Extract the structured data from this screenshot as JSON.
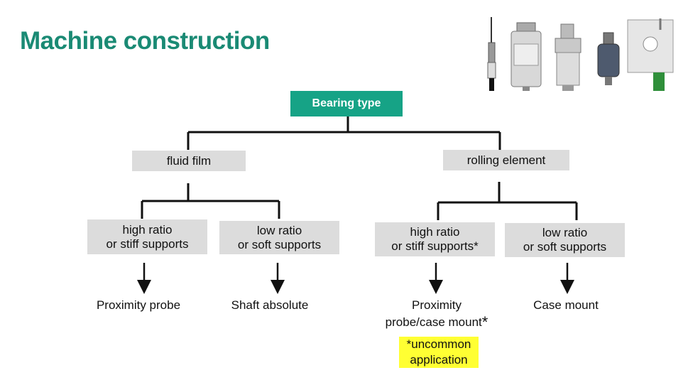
{
  "slide": {
    "title": "Machine construction"
  },
  "tree": {
    "root": "Bearing type",
    "fluid_film": {
      "label": "fluid film",
      "high": {
        "line1": "high ratio",
        "line2": "or stiff supports",
        "result": "Proximity probe"
      },
      "low": {
        "line1": "low ratio",
        "line2": "or soft supports",
        "result": "Shaft absolute"
      }
    },
    "rolling_element": {
      "label": "rolling element",
      "high": {
        "line1": "high ratio",
        "line2": "or stiff supports*",
        "result_line1": "Proximity",
        "result_line2": "probe/case mount",
        "result_mark": "*"
      },
      "low": {
        "line1": "low ratio",
        "line2": "or soft supports",
        "result": "Case mount"
      }
    },
    "note": {
      "line1": "*uncommon",
      "line2": "application",
      "highlight": "#ffff33"
    }
  },
  "colors": {
    "title": "#1a8a74",
    "root_box": "#16a386",
    "branch_box": "#dcdcdc"
  },
  "sensors": [
    "proximity-probe-icon",
    "velocity-sensor-icon",
    "accelerometer-icon",
    "compact-accelerometer-icon",
    "junction-box-icon"
  ]
}
